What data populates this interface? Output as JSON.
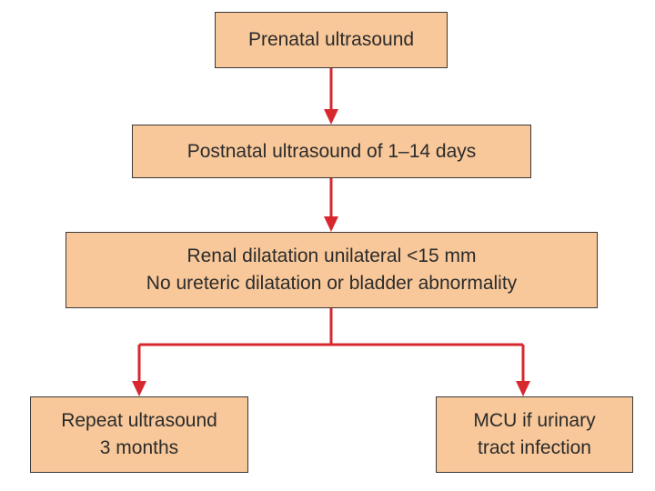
{
  "colors": {
    "box_fill": "#f8c89a",
    "box_border": "#3a3a3a",
    "arrow": "#d7282f",
    "text": "#2b2b2b"
  },
  "flowchart": {
    "prenatal": {
      "line1": "Prenatal ultrasound"
    },
    "postnatal": {
      "line1": "Postnatal ultrasound of 1–14 days"
    },
    "renal": {
      "line1": "Renal dilatation unilateral <15 mm",
      "line2": "No ureteric dilatation or bladder abnormality"
    },
    "repeat": {
      "line1": "Repeat ultrasound",
      "line2": "3 months"
    },
    "mcu": {
      "line1": "MCU if urinary",
      "line2": "tract infection"
    }
  }
}
